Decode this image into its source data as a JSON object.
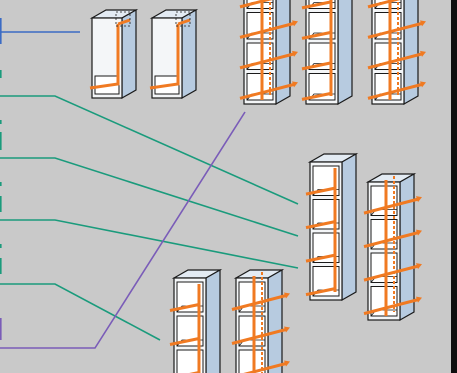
{
  "colors": {
    "background": "#c9c9c9",
    "blue_line": "#3b6bc4",
    "teal_line": "#1a9b7c",
    "purple_line": "#7a5cb8",
    "orange_pipe": "#f07a22",
    "cabinet_front": "#f4f6f8",
    "cabinet_side": "#b7cbe0",
    "cabinet_top": "#e3ebf3",
    "outline": "#1a1a1a",
    "frame": "#0f0f0f"
  },
  "connectors": [
    {
      "name": "blue-connector",
      "color": "blue_line"
    },
    {
      "name": "teal-connector-1",
      "color": "teal_line"
    },
    {
      "name": "teal-connector-2",
      "color": "teal_line"
    },
    {
      "name": "teal-connector-3",
      "color": "teal_line"
    },
    {
      "name": "teal-connector-4",
      "color": "teal_line"
    },
    {
      "name": "purple-connector",
      "color": "purple_line"
    }
  ],
  "cabinet_groups": [
    {
      "name": "cabinet-group-single-pair",
      "cabinets": 2,
      "levels": 1
    },
    {
      "name": "cabinet-group-four-level-trio",
      "cabinets": 3,
      "levels": 4
    },
    {
      "name": "cabinet-group-four-level-pair",
      "cabinets": 2,
      "levels": 4
    },
    {
      "name": "cabinet-group-three-level-pair",
      "cabinets": 2,
      "levels": 3
    }
  ]
}
